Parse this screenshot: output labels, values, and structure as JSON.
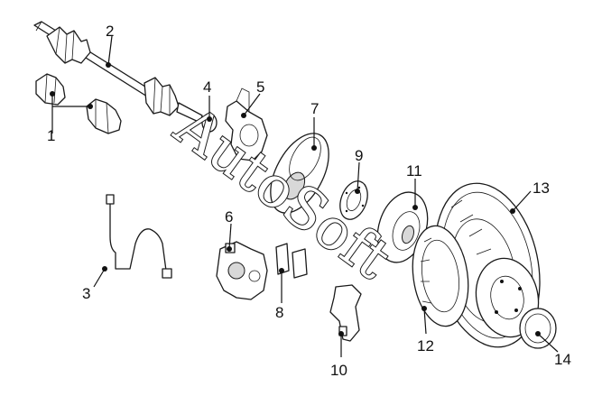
{
  "callouts": [
    {
      "number": "1"
    },
    {
      "number": "2"
    },
    {
      "number": "3"
    },
    {
      "number": "4"
    },
    {
      "number": "5"
    },
    {
      "number": "6"
    },
    {
      "number": "7"
    },
    {
      "number": "8"
    },
    {
      "number": "9"
    },
    {
      "number": "10"
    },
    {
      "number": "11"
    },
    {
      "number": "12"
    },
    {
      "number": "13"
    },
    {
      "number": "14"
    }
  ],
  "watermark": "AutoSoft",
  "colors": {
    "line": "#1a1a1a",
    "fill": "#ffffff",
    "shade": "#d8d8d8"
  }
}
